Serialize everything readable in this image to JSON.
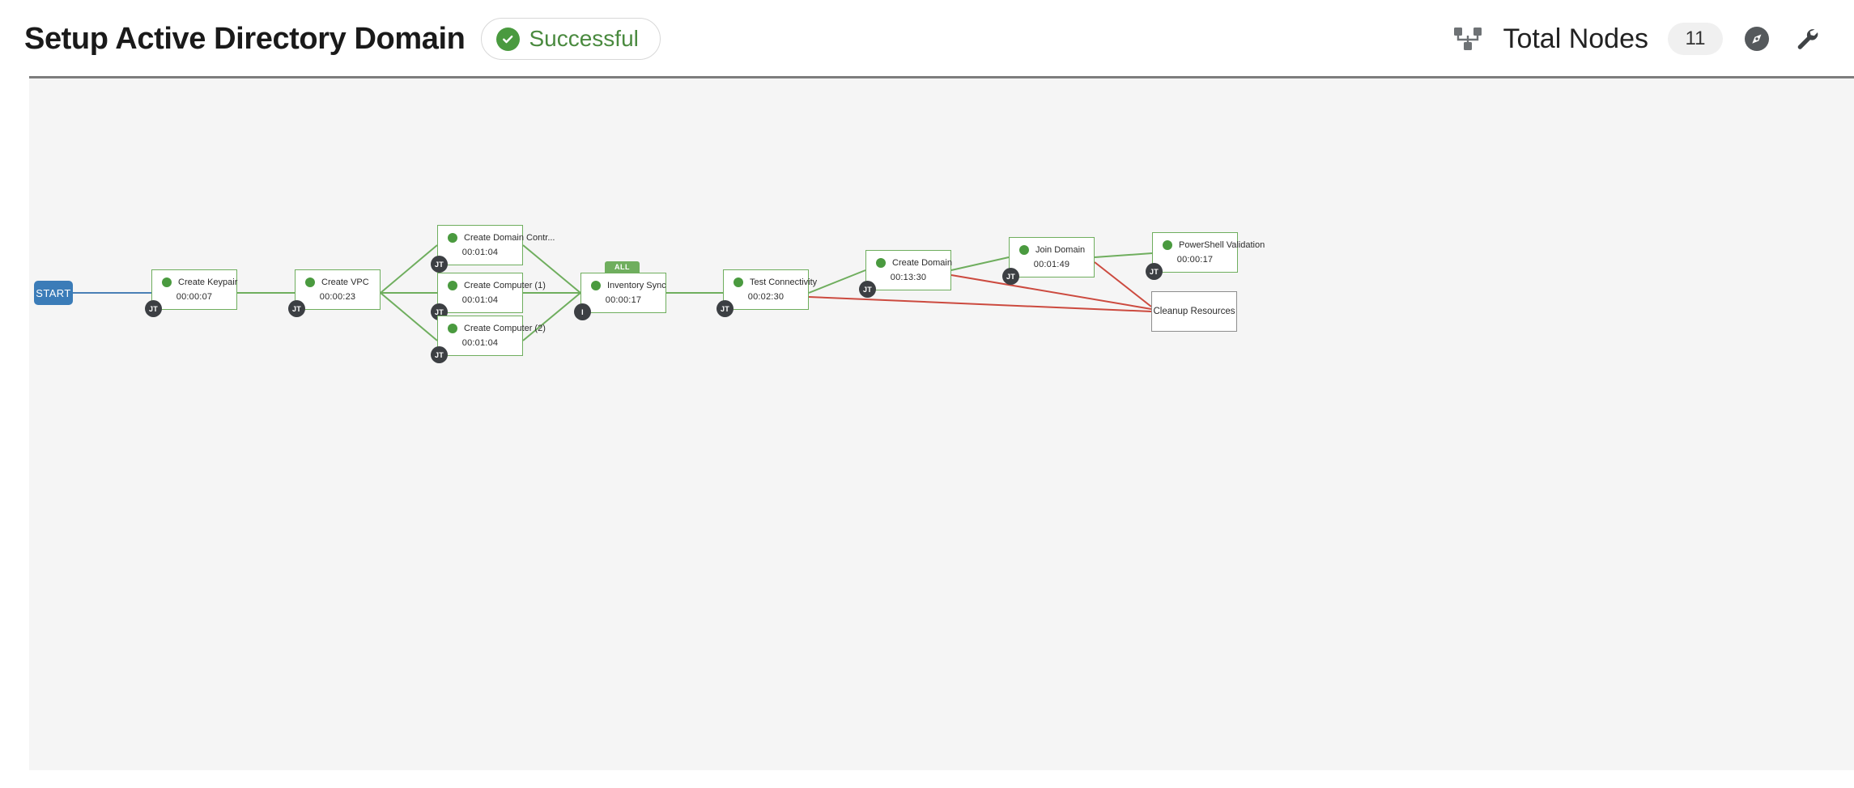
{
  "header": {
    "title": "Setup Active Directory Domain",
    "status": {
      "label": "Successful",
      "icon": "check-circle-icon",
      "color": "#4a8a3f"
    },
    "nodes_icon": "node-tree-icon",
    "total_nodes_label": "Total Nodes",
    "total_nodes_count": "11",
    "compass_icon": "compass-icon",
    "wrench_icon": "wrench-icon"
  },
  "graph": {
    "start_label": "START",
    "all_badge_label": "ALL",
    "nodes": [
      {
        "id": "keypair",
        "title": "Create Keypair",
        "duration": "00:00:07",
        "status": "success",
        "avatar": "JT"
      },
      {
        "id": "vpc",
        "title": "Create VPC",
        "duration": "00:00:23",
        "status": "success",
        "avatar": "JT"
      },
      {
        "id": "dc",
        "title": "Create Domain Contr...",
        "duration": "00:01:04",
        "status": "success",
        "avatar": "JT"
      },
      {
        "id": "comp1",
        "title": "Create Computer (1)",
        "duration": "00:01:04",
        "status": "success",
        "avatar": "JT"
      },
      {
        "id": "comp2",
        "title": "Create Computer (2)",
        "duration": "00:01:04",
        "status": "success",
        "avatar": "JT"
      },
      {
        "id": "inventory",
        "title": "Inventory Sync",
        "duration": "00:00:17",
        "status": "success",
        "avatar": "I"
      },
      {
        "id": "testconn",
        "title": "Test Connectivity",
        "duration": "00:02:30",
        "status": "success",
        "avatar": "JT"
      },
      {
        "id": "createdom",
        "title": "Create Domain",
        "duration": "00:13:30",
        "status": "success",
        "avatar": "JT"
      },
      {
        "id": "joindom",
        "title": "Join Domain",
        "duration": "00:01:49",
        "status": "success",
        "avatar": "JT"
      },
      {
        "id": "psvalid",
        "title": "PowerShell Validation",
        "duration": "00:00:17",
        "status": "success",
        "avatar": "JT"
      },
      {
        "id": "cleanup",
        "title": "Cleanup Resources",
        "duration": "",
        "status": "skipped",
        "avatar": ""
      }
    ],
    "edge_colors": {
      "start": "#4a7fb5",
      "success": "#6fae5e",
      "failure": "#cc4a3f"
    }
  }
}
